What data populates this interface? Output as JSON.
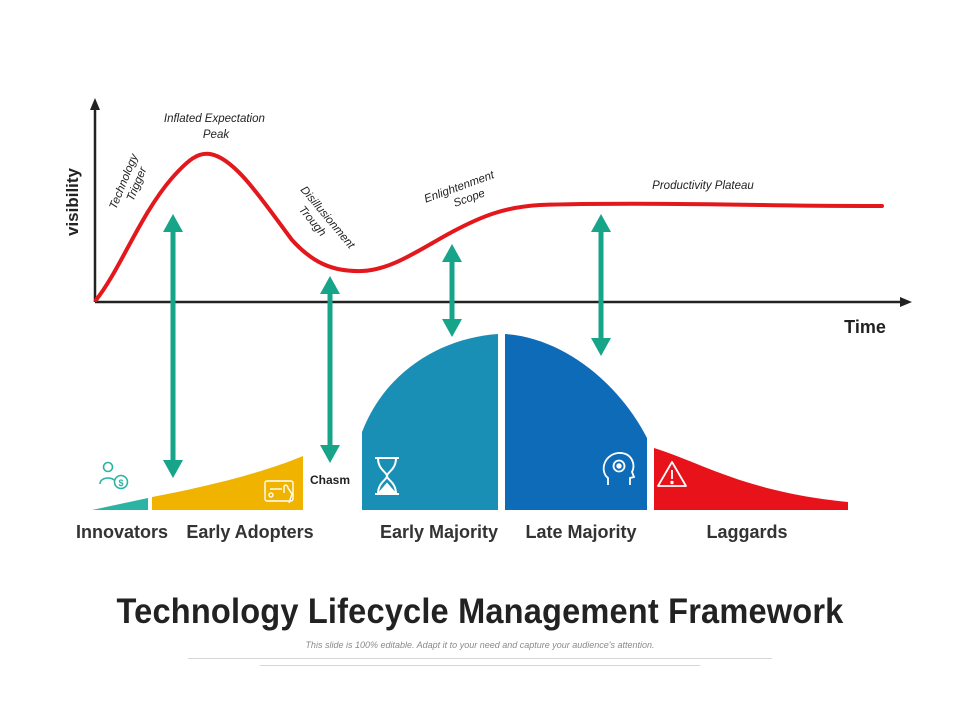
{
  "diagram": {
    "y_axis_label": "visibility",
    "x_axis_label": "Time",
    "phases": {
      "technology_trigger": "Technology\nTrigger",
      "inflated_peak": "Inflated Expectation\nPeak",
      "trough": "Disillusionment\nTrough",
      "enlightenment": "Enlightenment\nScope",
      "plateau": "Productivity Plateau"
    },
    "chasm_label": "Chasm",
    "segments": [
      {
        "label": "Innovators",
        "color": "#2bb3a3",
        "icon": "user-dollar-icon"
      },
      {
        "label": "Early Adopters",
        "color": "#f0b400",
        "icon": "touch-screen-icon"
      },
      {
        "label": "Early Majority",
        "color": "#1a8fb5",
        "icon": "hourglass-icon"
      },
      {
        "label": "Late Majority",
        "color": "#0e6bb8",
        "icon": "head-gear-icon"
      },
      {
        "label": "Laggards",
        "color": "#e8131a",
        "icon": "warning-icon"
      }
    ],
    "curve_color": "#e3181d",
    "arrow_color": "#17a589",
    "axis_color": "#222222"
  },
  "footer": {
    "title": "Technology Lifecycle Management Framework",
    "subtitle": "This slide is 100% editable. Adapt it to your need and capture your audience's attention."
  }
}
